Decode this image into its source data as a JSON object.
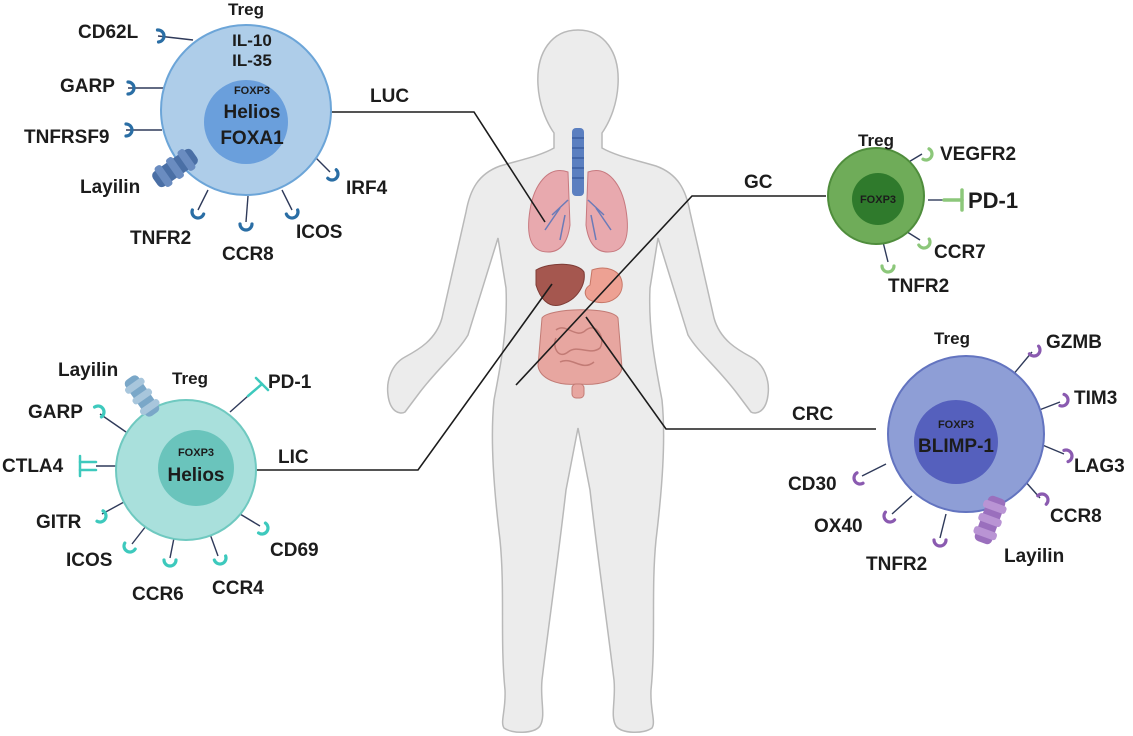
{
  "organs": {
    "luc": "LUC",
    "gc": "GC",
    "lic": "LIC",
    "crc": "CRC"
  },
  "cells": {
    "luc": {
      "title": "Treg",
      "cytokines": [
        "IL-10",
        "IL-35"
      ],
      "nucleus_small": "FOXP3",
      "nucleus": [
        "Helios",
        "FOXA1"
      ],
      "markers": [
        "CD62L",
        "GARP",
        "TNFRSF9",
        "Layilin",
        "TNFR2",
        "CCR8",
        "ICOS",
        "IRF4"
      ],
      "color_membrane": "#aecde9",
      "color_nucleus": "#6a9fdc",
      "color_receptor": "#2a6ea5"
    },
    "gc": {
      "title": "Treg",
      "nucleus_small": "FOXP3",
      "markers": [
        "VEGFR2",
        "PD-1",
        "CCR7",
        "TNFR2"
      ],
      "color_membrane": "#6fac59",
      "color_nucleus": "#2f7a2c",
      "color_receptor": "#8cc77a"
    },
    "lic": {
      "title": "Treg",
      "nucleus_small": "FOXP3",
      "nucleus": [
        "Helios"
      ],
      "markers": [
        "Layilin",
        "PD-1",
        "GARP",
        "CTLA4",
        "GITR",
        "ICOS",
        "CCR6",
        "CCR4",
        "CD69"
      ],
      "color_membrane": "#a9e0dc",
      "color_nucleus": "#6ac4bc",
      "color_receptor": "#3dc9bd"
    },
    "crc": {
      "title": "Treg",
      "nucleus_small": "FOXP3",
      "nucleus": [
        "BLIMP-1"
      ],
      "markers": [
        "GZMB",
        "TIM3",
        "LAG3",
        "CCR8",
        "Layilin",
        "TNFR2",
        "OX40",
        "CD30"
      ],
      "color_membrane": "#8e9ed6",
      "color_nucleus": "#5560bd",
      "color_receptor": "#8a5ab0"
    }
  },
  "colors": {
    "body": "#ececec",
    "body_outline": "#b9b9b9",
    "lungs": "#e8a9ae",
    "trachea": "#5b7fc0",
    "liver": "#a5574f",
    "stomach": "#eda193",
    "intestine": "#e7a6a0",
    "connector": "#1c1c1c"
  }
}
